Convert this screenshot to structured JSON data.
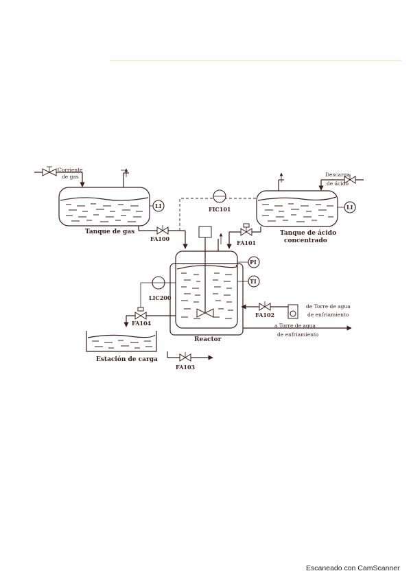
{
  "diagram": {
    "tanks": {
      "gas_tank": "Tanque de gas",
      "acid_tank_line1": "Tanque de ácido",
      "acid_tank_line2": "concentrado",
      "reactor": "Reactor",
      "loading_station": "Estación de carga"
    },
    "streams": {
      "gas_in_line1": "Corriente",
      "gas_in_line2": "de gas",
      "acid_in_line1": "Descarga",
      "acid_in_line2": "de ácido",
      "cw_in_line1": "de Torre de agua",
      "cw_in_line2": "de enfriamiento",
      "cw_out_line1": "a Torre de agua",
      "cw_out_line2": "de enfriamiento"
    },
    "instruments": {
      "li_gas": "LI",
      "li_acid": "LI",
      "fic": "FIC101",
      "pi": "PI",
      "ti": "TI",
      "lic": "LIC200"
    },
    "valves": {
      "fa100": "FA100",
      "fa101": "FA101",
      "fa102": "FA102",
      "fa103": "FA103",
      "fa104": "FA104"
    }
  },
  "footer": {
    "watermark": "Escaneado con CamScanner"
  },
  "colors": {
    "ink": "#3a1a1f",
    "accent_red": "#c0393a",
    "background": "#ffffff"
  }
}
